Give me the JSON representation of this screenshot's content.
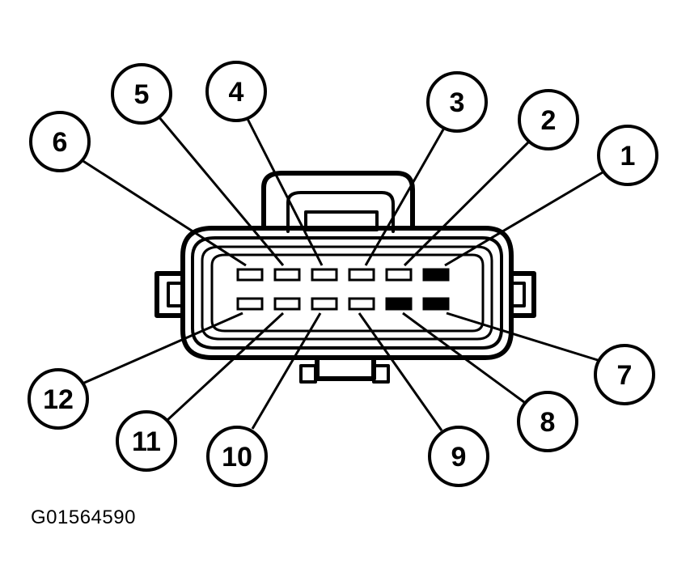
{
  "figure_code": "G01564590",
  "pins": [
    {
      "number": "1",
      "row": "top",
      "filled": true
    },
    {
      "number": "2",
      "row": "top",
      "filled": false
    },
    {
      "number": "3",
      "row": "top",
      "filled": false
    },
    {
      "number": "4",
      "row": "top",
      "filled": false
    },
    {
      "number": "5",
      "row": "top",
      "filled": false
    },
    {
      "number": "6",
      "row": "top",
      "filled": false
    },
    {
      "number": "7",
      "row": "bottom",
      "filled": true
    },
    {
      "number": "8",
      "row": "bottom",
      "filled": true
    },
    {
      "number": "9",
      "row": "bottom",
      "filled": false
    },
    {
      "number": "10",
      "row": "bottom",
      "filled": false
    },
    {
      "number": "11",
      "row": "bottom",
      "filled": false
    },
    {
      "number": "12",
      "row": "bottom",
      "filled": false
    }
  ],
  "colors": {
    "line": "#000000",
    "background": "#ffffff"
  }
}
